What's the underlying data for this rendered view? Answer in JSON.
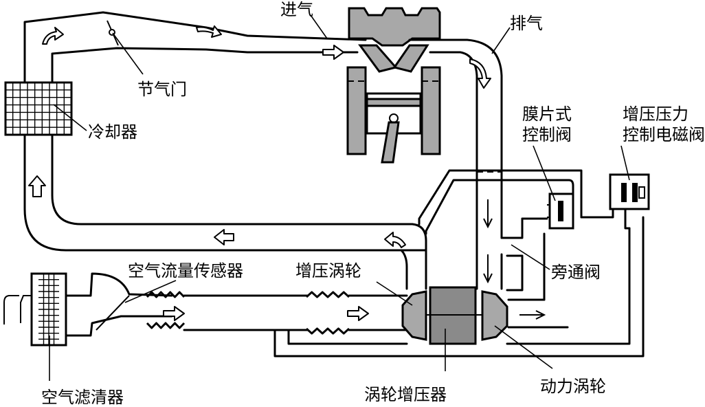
{
  "labels": {
    "intake": "进气",
    "exhaust": "排气",
    "throttle": "节气门",
    "cooler": "冷却器",
    "diaphragm_valve": "膜片式\n控制阀",
    "boost_solenoid": "增压压力\n控制电磁阀",
    "bypass_valve": "旁通阀",
    "maf_sensor": "空气流量传感器",
    "compressor_wheel": "增压涡轮",
    "turbine_wheel": "动力涡轮",
    "turbocharger": "涡轮增压器",
    "air_filter": "空气滤清器"
  },
  "colors": {
    "line": "#000000",
    "body": "#a8a8a8",
    "turbo_core": "#8a8a8a",
    "background": "#ffffff"
  },
  "icons": [
    "flow-arrow-icon",
    "cooler-grid-icon",
    "filter-grid-icon",
    "bellows-icon"
  ]
}
